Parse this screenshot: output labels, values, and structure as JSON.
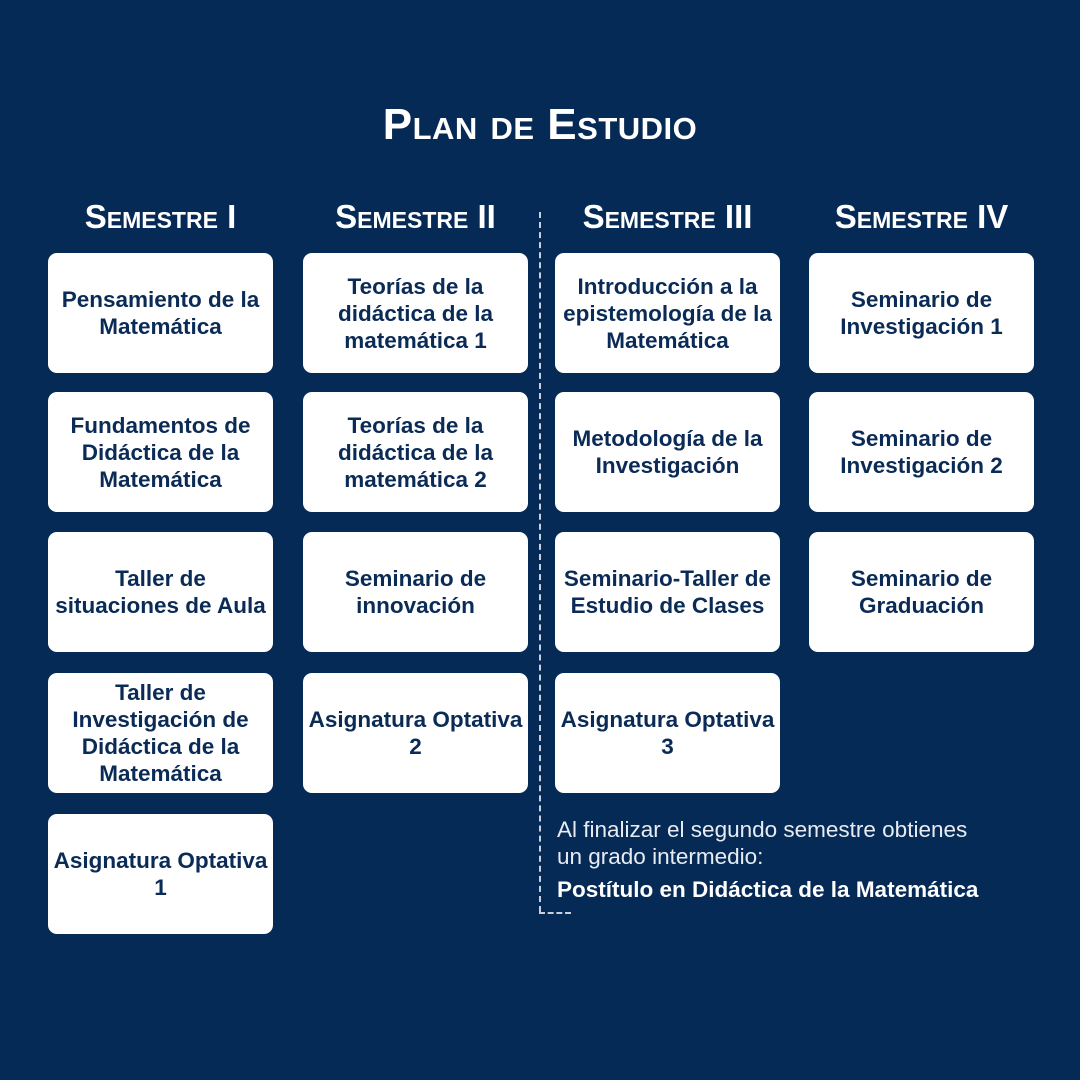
{
  "title": "Plan de Estudio",
  "semesters": [
    {
      "label": "Semestre I",
      "courses": [
        "Pensamiento de la Matemática",
        "Fundamentos de Didáctica de la Matemática",
        "Taller de situaciones de Aula",
        "Taller de Investigación de Didáctica de la Matemática",
        "Asignatura Optativa 1"
      ]
    },
    {
      "label": "Semestre II",
      "courses": [
        "Teorías de la didáctica de la matemática 1",
        "Teorías de la didáctica de la matemática 2",
        "Seminario de innovación",
        "Asignatura Optativa 2"
      ]
    },
    {
      "label": "Semestre III",
      "courses": [
        "Introducción a la epistemología de la Matemática",
        "Metodología de la Investigación",
        "Seminario-Taller de Estudio de Clases",
        "Asignatura Optativa 3"
      ]
    },
    {
      "label": "Semestre IV",
      "courses": [
        "Seminario de Investigación 1",
        "Seminario de Investigación 2",
        "Seminario de Graduación"
      ]
    }
  ],
  "note": {
    "text": "Al finalizar el segundo semestre obtienes un grado intermedio:",
    "degree": "Postítulo en Didáctica de la Matemática"
  },
  "colors": {
    "background": "#062a56",
    "card": "#ffffff",
    "card_text": "#0b2b57"
  }
}
